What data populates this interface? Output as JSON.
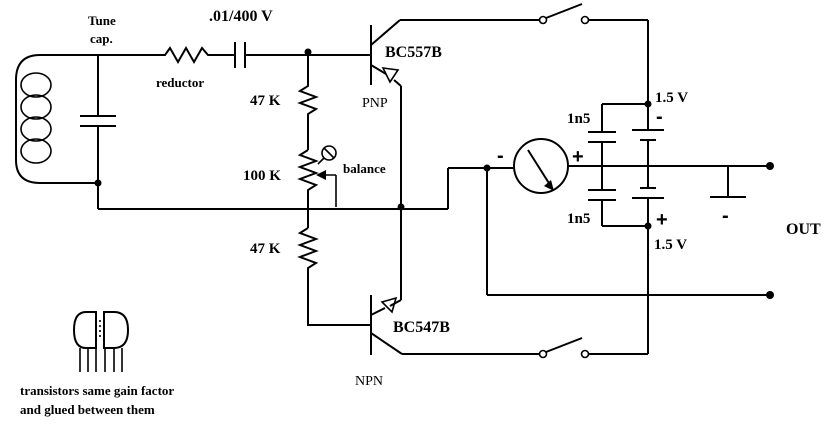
{
  "labels": {
    "tune_cap": "Tune",
    "tune_cap_2": "cap.",
    "coupling_cap": ".01/400 V",
    "reductor": "reductor",
    "pnp_part": "BC557B",
    "pnp_type": "PNP",
    "npn_part": "BC547B",
    "npn_type": "NPN",
    "r_top": "47 K",
    "r_pot": "100 K",
    "r_bottom": "47 K",
    "balance": "balance",
    "cap_top": "1n5",
    "cap_bottom": "1n5",
    "battery_top": "1.5 V",
    "battery_bottom": "1.5 V",
    "meter_minus": "-",
    "meter_plus": "+",
    "batt_top_minus": "-",
    "batt_bottom_plus": "+",
    "ground_minus": "-",
    "out": "OUT",
    "note_line1": "transistors same gain factor",
    "note_line2": "and glued between them"
  }
}
